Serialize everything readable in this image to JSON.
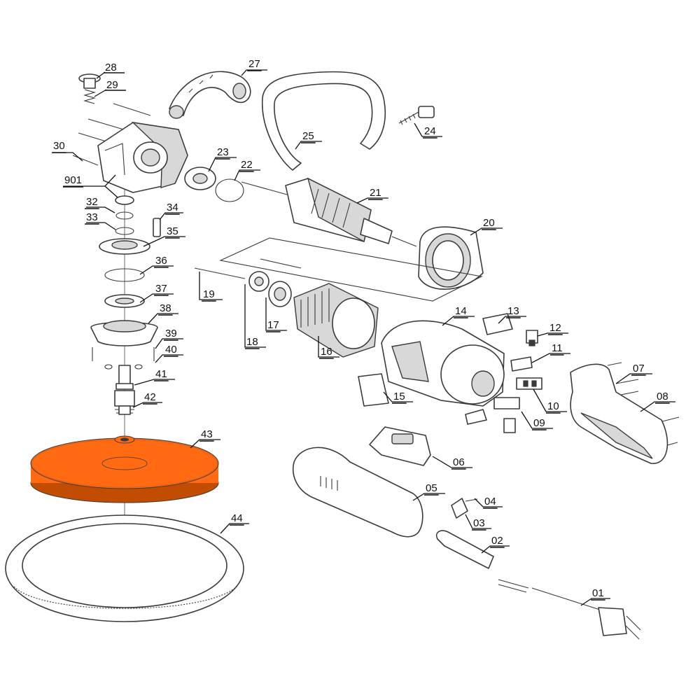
{
  "colors": {
    "highlight": "#ff6a13",
    "highlight_dark": "#c24d00",
    "line": "#3a3a3a",
    "background": "#ffffff"
  },
  "highlighted_part": "43",
  "labels": {
    "p01": "01",
    "p02": "02",
    "p03": "03",
    "p04": "04",
    "p05": "05",
    "p06": "06",
    "p07": "07",
    "p08": "08",
    "p09": "09",
    "p10": "10",
    "p11": "11",
    "p12": "12",
    "p13": "13",
    "p14": "14",
    "p15": "15",
    "p16": "16",
    "p17": "17",
    "p18": "18",
    "p19": "19",
    "p20": "20",
    "p21": "21",
    "p22": "22",
    "p23": "23",
    "p24": "24",
    "p25": "25",
    "p27": "27",
    "p28": "28",
    "p29": "29",
    "p30": "30",
    "p901": "901",
    "p32": "32",
    "p33": "33",
    "p34": "34",
    "p35": "35",
    "p36": "36",
    "p37": "37",
    "p38": "38",
    "p39": "39",
    "p40": "40",
    "p41": "41",
    "p42": "42",
    "p43": "43",
    "p44": "44"
  }
}
